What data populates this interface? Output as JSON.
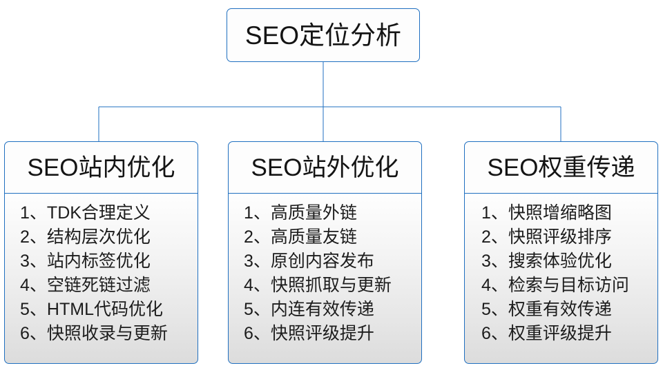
{
  "diagram": {
    "type": "org-tree",
    "orientation": "top-down",
    "accent_color": "#1f6fc0",
    "text_color": "#141414",
    "list_background": "#dcdcdc",
    "root": {
      "title": "SEO定位分析"
    },
    "branches": [
      {
        "title": "SEO站内优化",
        "items": [
          {
            "num": "1",
            "sep": "、",
            "text": "TDK合理定义"
          },
          {
            "num": "2",
            "sep": "、",
            "text": "结构层次优化"
          },
          {
            "num": "3",
            "sep": "、",
            "text": "站内标签优化"
          },
          {
            "num": "4",
            "sep": "、",
            "text": "空链死链过滤"
          },
          {
            "num": "5",
            "sep": "、",
            "text": "HTML代码优化"
          },
          {
            "num": "6",
            "sep": "、",
            "text": "快照收录与更新"
          }
        ]
      },
      {
        "title": "SEO站外优化",
        "items": [
          {
            "num": "1",
            "sep": "、",
            "text": "高质量外链"
          },
          {
            "num": "2",
            "sep": "、",
            "text": "高质量友链"
          },
          {
            "num": "3",
            "sep": "、",
            "text": "原创内容发布"
          },
          {
            "num": "4",
            "sep": "、",
            "text": "快照抓取与更新"
          },
          {
            "num": "5",
            "sep": "、",
            "text": "内连有效传递"
          },
          {
            "num": "6",
            "sep": "、",
            "text": "快照评级提升"
          }
        ]
      },
      {
        "title": "SEO权重传递",
        "items": [
          {
            "num": "1",
            "sep": "、",
            "text": "快照增缩略图"
          },
          {
            "num": "2",
            "sep": "、",
            "text": "快照评级排序"
          },
          {
            "num": "3",
            "sep": "、",
            "text": "搜索体验优化"
          },
          {
            "num": "4",
            "sep": "、",
            "text": "检索与目标访问"
          },
          {
            "num": "5",
            "sep": "、",
            "text": "权重有效传递"
          },
          {
            "num": "6",
            "sep": "、",
            "text": "权重评级提升"
          }
        ]
      }
    ]
  }
}
